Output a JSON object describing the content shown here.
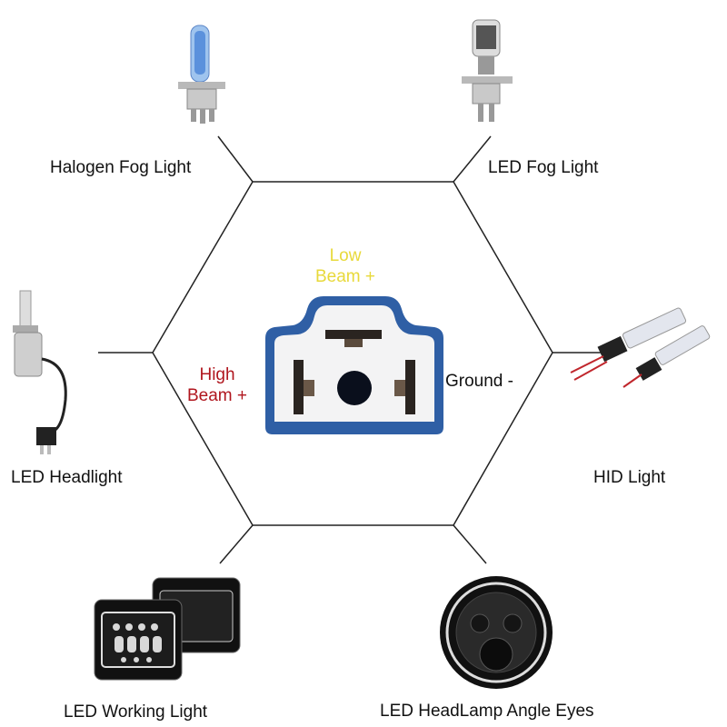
{
  "center": {
    "title": "H4 connector pinout",
    "pins": {
      "low_beam": [
        "Low",
        "Beam +"
      ],
      "high_beam": [
        "High",
        "Beam +"
      ],
      "ground": "Ground -"
    },
    "colors": {
      "low_beam": "#e8d93a",
      "high_beam": "#b0161e",
      "ground": "#111111",
      "housing": "#2f5fa5"
    }
  },
  "products": [
    {
      "id": "halogen-fog-light",
      "label": "Halogen Fog Light"
    },
    {
      "id": "led-fog-light",
      "label": "LED Fog Light"
    },
    {
      "id": "led-headlight",
      "label": "LED Headlight"
    },
    {
      "id": "hid-light",
      "label": "HID Light"
    },
    {
      "id": "led-working-light",
      "label": "LED Working Light"
    },
    {
      "id": "led-headlamp-angle-eyes",
      "label": "LED HeadLamp Angle Eyes"
    }
  ]
}
